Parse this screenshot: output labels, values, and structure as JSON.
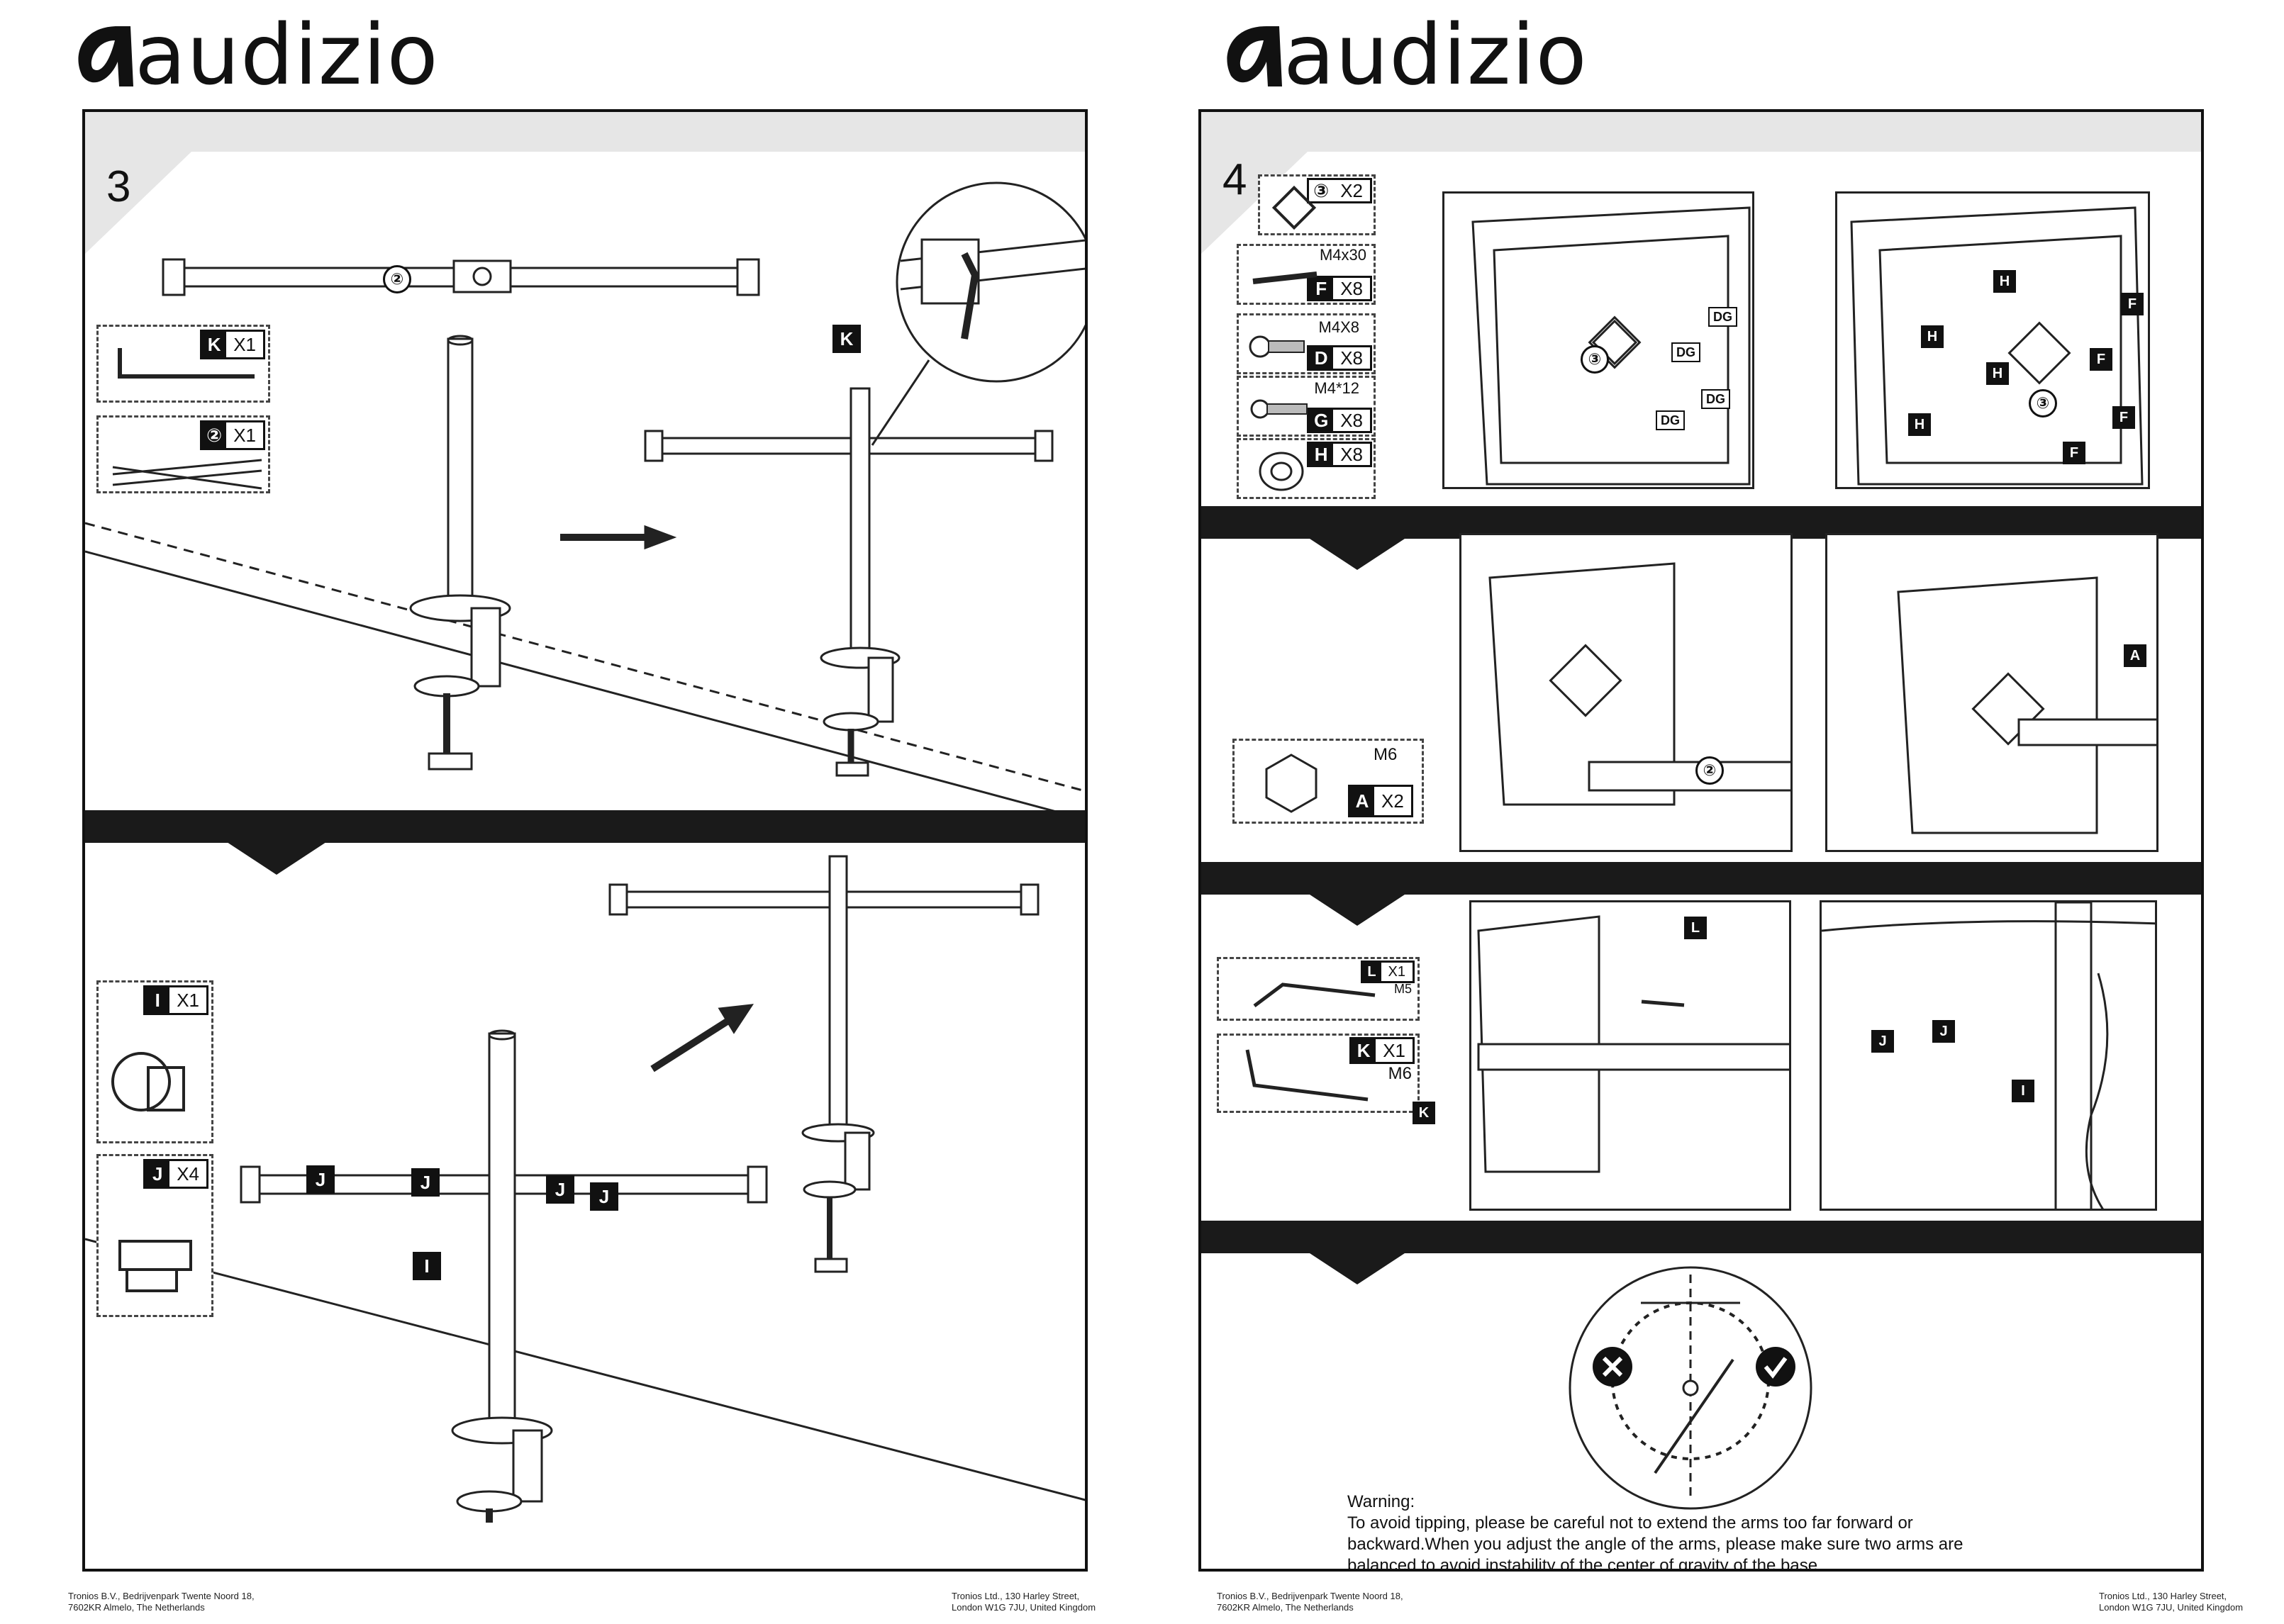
{
  "brand": {
    "name": "audizio"
  },
  "pages": [
    {
      "step": "3",
      "parts_top": [
        {
          "letter": "K",
          "qty": "X1"
        },
        {
          "letter": "②",
          "qty": "X1"
        }
      ],
      "parts_bottom": [
        {
          "letter": "I",
          "qty": "X1"
        },
        {
          "letter": "J",
          "qty": "X4"
        }
      ],
      "callouts_top": {
        "crossbar": "②",
        "wrench": "K"
      },
      "callouts_bottom": {
        "clip_j": "J",
        "clip_i": "I"
      },
      "footer_left": [
        "Tronios B.V., Bedrijvenpark Twente Noord 18,",
        "7602KR Almelo, The Netherlands"
      ],
      "footer_right": [
        "Tronios Ltd., 130 Harley Street,",
        "London W1G 7JU, United Kingdom"
      ]
    },
    {
      "step": "4",
      "parts": [
        {
          "letter": "③",
          "qty": "X2",
          "spec": ""
        },
        {
          "letter": "F",
          "qty": "X8",
          "spec": "M4x30"
        },
        {
          "letter": "D",
          "qty": "X8",
          "spec": "M4X8"
        },
        {
          "letter": "G",
          "qty": "X8",
          "spec": "M4*12"
        },
        {
          "letter": "H",
          "qty": "X8",
          "spec": ""
        }
      ],
      "nut": {
        "letter": "A",
        "qty": "X2",
        "spec": "M6"
      },
      "tools": [
        {
          "letter": "L",
          "qty": "X1",
          "spec": "M5"
        },
        {
          "letter": "K",
          "qty": "X1",
          "spec": "M6"
        }
      ],
      "labels": {
        "dg": "DG",
        "three": "③",
        "h": "H",
        "f": "F",
        "a": "A",
        "two": "②",
        "l": "L",
        "k": "K",
        "j": "J",
        "i": "I"
      },
      "warning": [
        "Warning:",
        "To avoid tipping, please be careful not to extend the arms too far forward or",
        "backward.When you adjust the angle of the arms, please make sure two arms are",
        "balanced to avoid instability of the center of gravity of the base."
      ],
      "footer_left": [
        "Tronios B.V., Bedrijvenpark Twente Noord 18,",
        "7602KR Almelo, The Netherlands"
      ],
      "footer_right": [
        "Tronios Ltd., 130 Harley Street,",
        "London W1G 7JU, United Kingdom"
      ]
    }
  ]
}
